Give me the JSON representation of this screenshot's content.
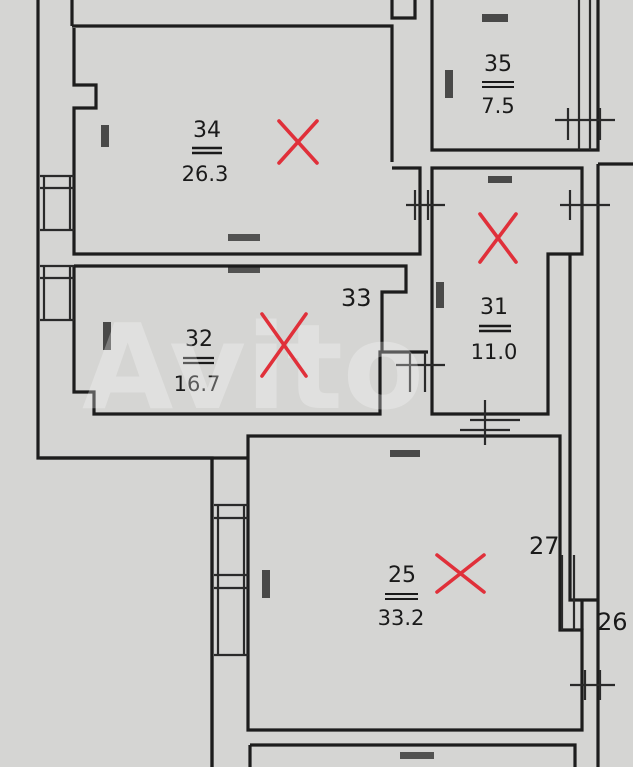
{
  "rooms": [
    {
      "id": "34",
      "number": "34",
      "area": "26.3",
      "marked": true
    },
    {
      "id": "35",
      "number": "35",
      "area": "7.5",
      "marked": false
    },
    {
      "id": "32",
      "number": "32",
      "area": "16.7",
      "marked": true
    },
    {
      "id": "31",
      "number": "31",
      "area": "11.0",
      "marked": true
    },
    {
      "id": "25",
      "number": "25",
      "area": "33.2",
      "marked": true
    }
  ],
  "side_labels": {
    "room33": "33",
    "room27": "27",
    "room26": "26"
  },
  "watermark": "Avito",
  "colors": {
    "background": "#d9d9d7",
    "walls": "#1d1d1d",
    "marks": "#e0303a"
  }
}
